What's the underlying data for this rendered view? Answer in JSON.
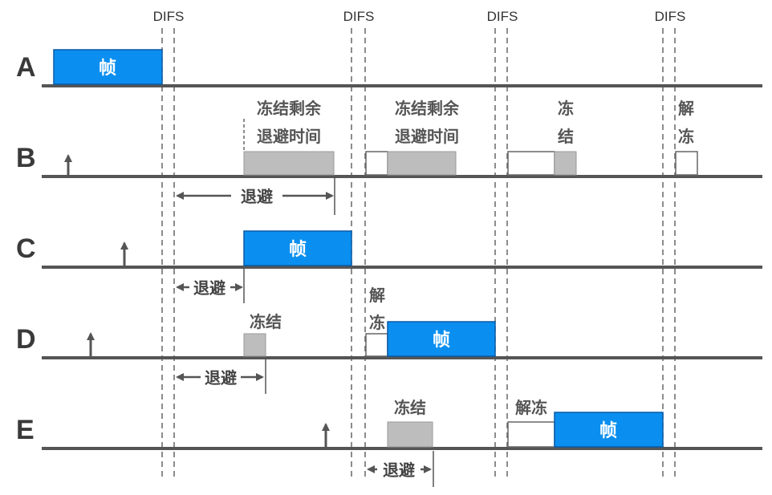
{
  "difs_label": "DIFS",
  "rows": {
    "A": "A",
    "B": "B",
    "C": "C",
    "D": "D",
    "E": "E"
  },
  "frame_label": "帧",
  "backoff_label": "退避",
  "notes": {
    "b_freeze_1_line1": "冻结剩余",
    "b_freeze_1_line2": "退避时间",
    "b_freeze_2_line1": "冻结剩余",
    "b_freeze_2_line2": "退避时间",
    "b_freeze_3_line1": "冻",
    "b_freeze_3_line2": "结",
    "b_unfreeze_line1": "解",
    "b_unfreeze_line2": "冻",
    "d_freeze": "冻结",
    "d_unfreeze_line1": "解",
    "d_unfreeze_line2": "冻",
    "e_freeze": "冻结",
    "e_unfreeze": "解冻"
  },
  "colors": {
    "frame_fill": "#0a8ff0",
    "frame_border": "#0a5aa6",
    "backoff_fill": "#bdbdbd",
    "line": "#555555",
    "dashed": "#666666"
  }
}
